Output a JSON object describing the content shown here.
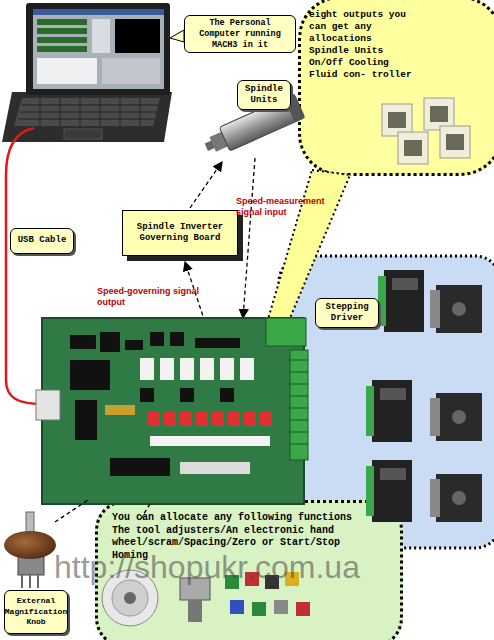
{
  "diagram": {
    "nodes": [
      {
        "text": [
          "The Personal Computer running MACH3 in it"
        ]
      },
      {
        "text": [
          "eight outputs you can get any allocations Spindle Units On/Off Cooling Fluid con- troller"
        ]
      },
      {
        "text": [
          "Spindle Units"
        ]
      },
      {
        "text": [
          "USB Cable"
        ]
      },
      {
        "text": [
          "Spindle Inverter Governing Board"
        ]
      },
      {
        "text": [
          "Stepping Driver"
        ]
      },
      {
        "text": [
          "You can allocate any following functions The tool adjusters/An electronic hand wheel/scram/Spacing/Zero or Start/Stop Homing"
        ]
      },
      {
        "text": [
          "External Magnification Knob"
        ]
      }
    ],
    "labels": [
      "Speed-measurement signal input",
      "Speed-governing signal output",
      "http://shopukr.com.ua"
    ]
  }
}
